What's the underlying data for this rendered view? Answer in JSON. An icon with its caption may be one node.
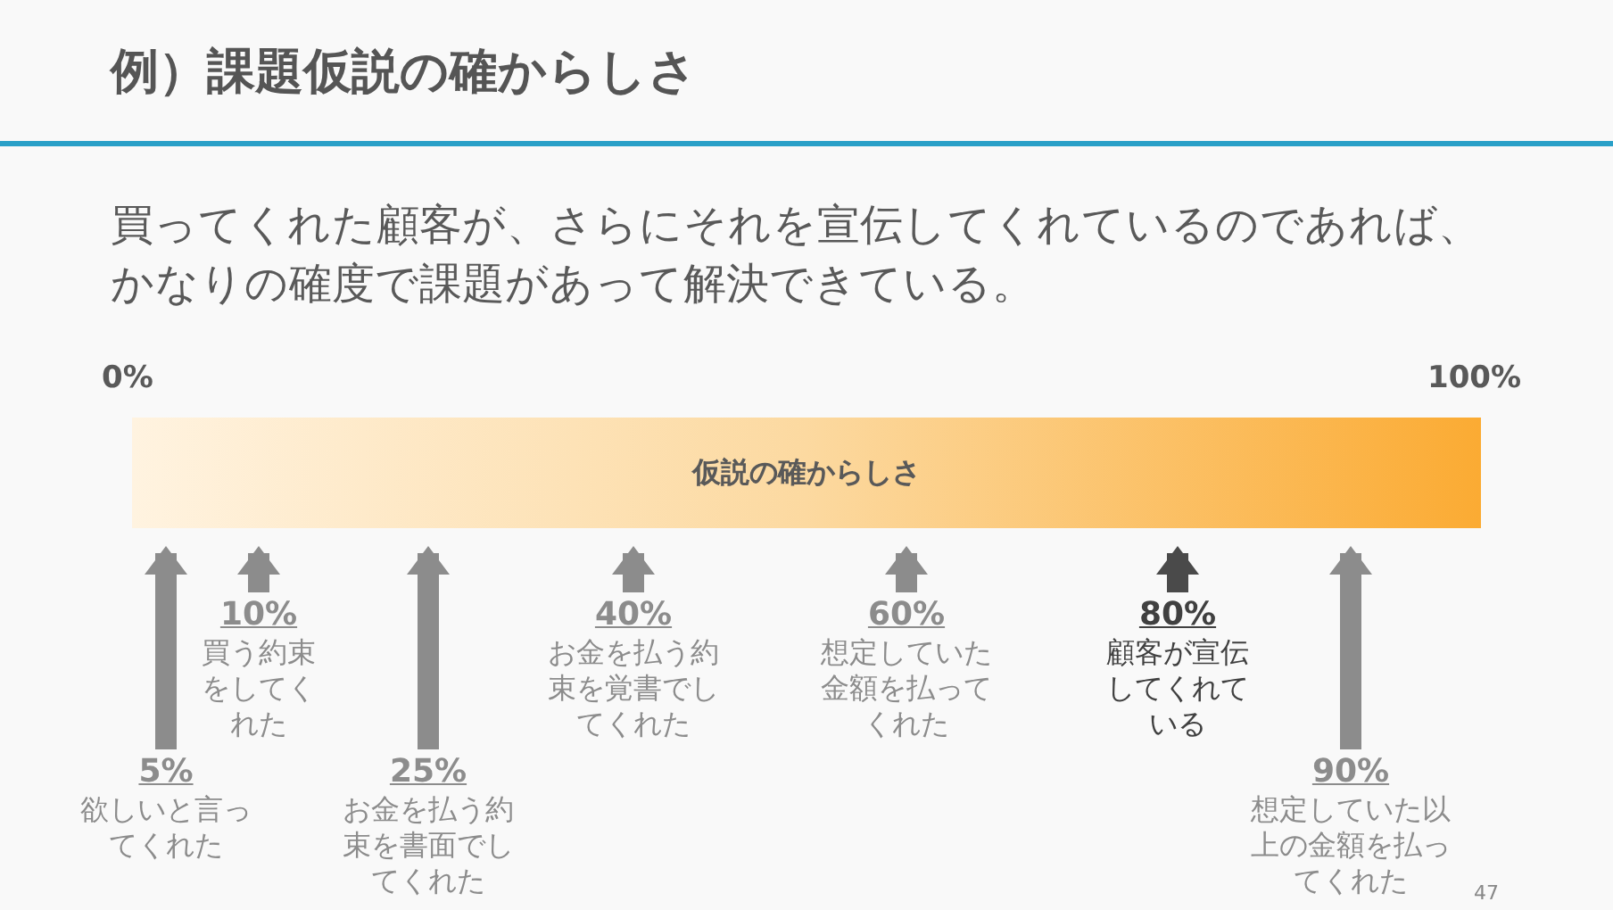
{
  "diagram": {
    "title": "例）課題仮説の確からしさ",
    "nodes": [
      {
        "text": [
          "仮説の確からしさ"
        ]
      },
      {
        "text": [
          "5%",
          "欲しいと言ってくれた"
        ]
      },
      {
        "text": [
          "10%",
          "買う約束をしてくれた"
        ]
      },
      {
        "text": [
          "25%",
          "お金を払う約束を書面でしてくれた"
        ]
      },
      {
        "text": [
          "40%",
          "お金を払う約束を覚書でしてくれた"
        ]
      },
      {
        "text": [
          "60%",
          "想定していた金額を払ってくれた"
        ]
      },
      {
        "text": [
          "80%",
          "顧客が宣伝してくれている"
        ]
      },
      {
        "text": [
          "90%",
          "想定していた以上の金額を払ってくれた"
        ]
      }
    ],
    "edges": [
      {
        "from": 1,
        "to": 0,
        "arrow": "to"
      },
      {
        "from": 2,
        "to": 0,
        "arrow": "to"
      },
      {
        "from": 3,
        "to": 0,
        "arrow": "to"
      },
      {
        "from": 4,
        "to": 0,
        "arrow": "to"
      },
      {
        "from": 5,
        "to": 0,
        "arrow": "to"
      },
      {
        "from": 6,
        "to": 0,
        "arrow": "to",
        "color": "#4a4a4a"
      },
      {
        "from": 7,
        "to": 0,
        "arrow": "to"
      }
    ],
    "labels": [
      "買ってくれた顧客が、さらにそれを宣伝してくれているのであれば、かなりの確度で課題があって解決できている。",
      "0%",
      "100%",
      "47"
    ]
  }
}
